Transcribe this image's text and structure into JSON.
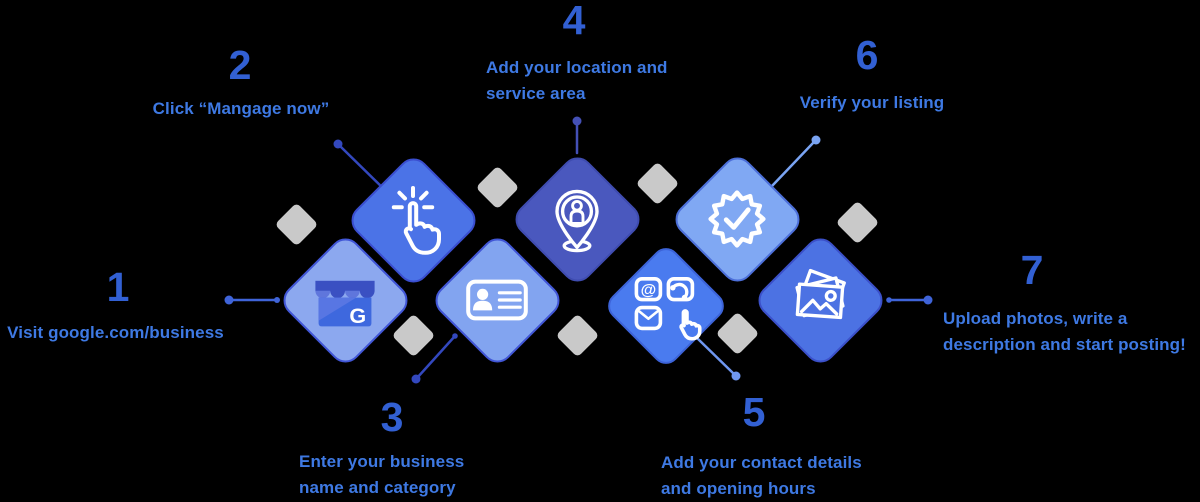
{
  "steps": [
    {
      "number": "1",
      "lines": [
        "Visit google.com/business"
      ],
      "icon": "google-my-business-icon",
      "diamond": {
        "fill": "#8CA8EF",
        "border": "#4156D6"
      }
    },
    {
      "number": "2",
      "lines": [
        "Click “Mangage now”"
      ],
      "icon": "tap-click-icon",
      "diamond": {
        "fill": "#4B73E7",
        "border": "#3A4ECF"
      }
    },
    {
      "number": "3",
      "lines": [
        "Enter your business",
        "name and category"
      ],
      "icon": "business-card-icon",
      "diamond": {
        "fill": "#82A4F0",
        "border": "#4156D6"
      }
    },
    {
      "number": "4",
      "lines": [
        "Add your location and",
        "service area"
      ],
      "icon": "location-pin-person-icon",
      "diamond": {
        "fill": "#4A58BE",
        "border": "#3F4CB0"
      }
    },
    {
      "number": "5",
      "lines": [
        "Add your contact details",
        "and opening hours"
      ],
      "icon": "contact-methods-icon",
      "diamond": {
        "fill": "#4A7BEF",
        "border": "#3C63D8"
      }
    },
    {
      "number": "6",
      "lines": [
        "Verify your listing"
      ],
      "icon": "verified-badge-icon",
      "diamond": {
        "fill": "#80A8F3",
        "border": "#4C6FD9"
      }
    },
    {
      "number": "7",
      "lines": [
        "Upload photos, write a",
        "description and start posting!"
      ],
      "icon": "photos-stack-icon",
      "diamond": {
        "fill": "#4C72E3",
        "border": "#3B50C9"
      }
    }
  ],
  "colors": {
    "background": "#000000",
    "step_number": "#3260D3",
    "step_text": "#3E79E3",
    "decor_diamond": "#C9C9C9",
    "connector_dark": "#3348BE",
    "connector_light": "#6F97F0",
    "connector_mid": "#3F64D9",
    "icon_stroke": "#FFFFFF"
  }
}
